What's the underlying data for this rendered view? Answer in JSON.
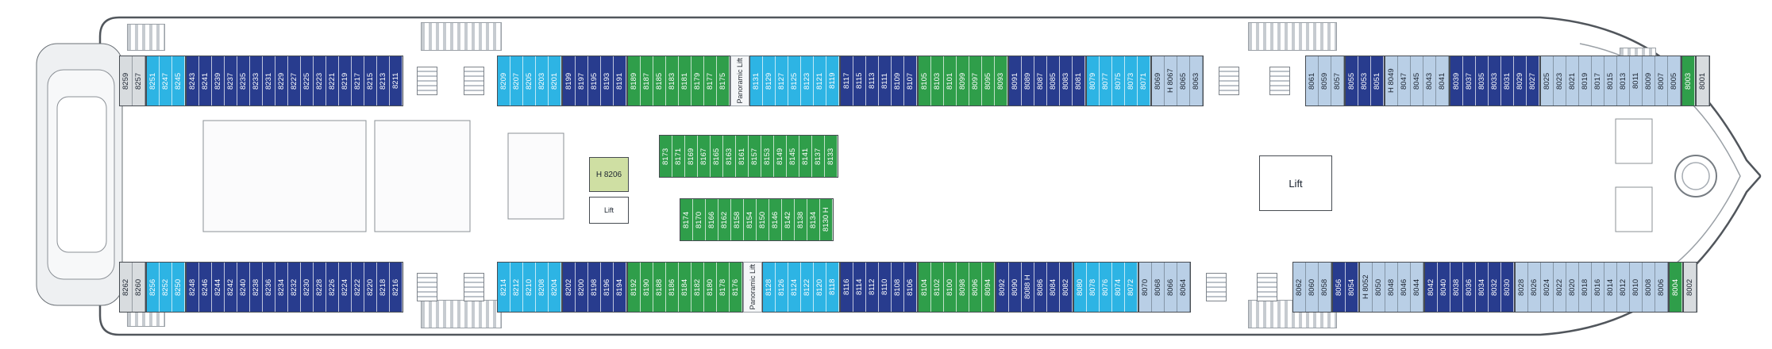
{
  "deck_plan": {
    "labels": {
      "panoramic_lift": "Panoramic Lift",
      "lift": "Lift",
      "suite_h8206": "H 8206"
    },
    "colors": {
      "navy": "#283c8e",
      "cyan": "#2db4e4",
      "green": "#2f9e4a",
      "light_green": "#cfdfa3",
      "light_steel": "#b9cfe6",
      "gray": "#d8dcdf"
    },
    "top_row": {
      "sections": [
        {
          "type": "cabins",
          "color": "gray",
          "cabins": [
            "8259",
            "8257"
          ]
        },
        {
          "type": "cabins",
          "color": "cyan",
          "cabins": [
            "8251",
            "8247",
            "8245"
          ]
        },
        {
          "type": "cabins",
          "color": "navy",
          "cabins": [
            "8243",
            "8241",
            "8239",
            "8237",
            "8235",
            "8233",
            "8231",
            "8229",
            "8227",
            "8225",
            "8223",
            "8221",
            "8219",
            "8217",
            "8215",
            "8213",
            "8211"
          ]
        },
        {
          "type": "gap",
          "name": "stairs"
        },
        {
          "type": "cabins",
          "color": "cyan",
          "cabins": [
            "8209",
            "8207",
            "8205",
            "8203",
            "8201"
          ]
        },
        {
          "type": "cabins",
          "color": "navy",
          "cabins": [
            "8199",
            "8197",
            "8195",
            "8193",
            "8191"
          ]
        },
        {
          "type": "cabins",
          "color": "green",
          "cabins": [
            "8189",
            "8187",
            "8185",
            "8183",
            "8181",
            "8179",
            "8177",
            "8175"
          ]
        },
        {
          "type": "panolift"
        },
        {
          "type": "cabins",
          "color": "cyan",
          "cabins": [
            "8131",
            "8129",
            "8127",
            "8125",
            "8123",
            "8121",
            "8119"
          ]
        },
        {
          "type": "cabins",
          "color": "navy",
          "cabins": [
            "8117",
            "8115",
            "8113",
            "8111",
            "8109",
            "8107"
          ]
        },
        {
          "type": "cabins",
          "color": "green",
          "cabins": [
            "8105",
            "8103",
            "8101",
            "8099",
            "8097",
            "8095",
            "8093"
          ]
        },
        {
          "type": "cabins",
          "color": "navy",
          "cabins": [
            "8091",
            "8089",
            "8087",
            "8085",
            "8083",
            "8081"
          ]
        },
        {
          "type": "cabins",
          "color": "cyan",
          "cabins": [
            "8079",
            "8077",
            "8075",
            "8073",
            "8071"
          ]
        },
        {
          "type": "cabins",
          "color": "light_steel",
          "cabins": [
            "8069",
            "H 8067",
            "8065",
            "8063"
          ]
        },
        {
          "type": "gap",
          "name": "lift"
        },
        {
          "type": "cabins",
          "color": "light_steel",
          "cabins": [
            "8061",
            "8059",
            "8057"
          ]
        },
        {
          "type": "cabins",
          "color": "navy",
          "cabins": [
            "8055",
            "8053",
            "8051"
          ]
        },
        {
          "type": "cabins",
          "color": "light_steel",
          "cabins": [
            "H 8049",
            "8047",
            "8045",
            "8043",
            "8041"
          ]
        },
        {
          "type": "cabins",
          "color": "navy",
          "cabins": [
            "8039",
            "8037",
            "8035",
            "8033",
            "8031",
            "8029",
            "8027"
          ]
        },
        {
          "type": "cabins",
          "color": "light_steel",
          "cabins": [
            "8025",
            "8023",
            "8021",
            "8019",
            "8017",
            "8015",
            "8013",
            "8011",
            "8009",
            "8007",
            "8005"
          ]
        },
        {
          "type": "cabins",
          "color": "green",
          "cabins": [
            "8003"
          ]
        },
        {
          "type": "cabins",
          "color": "gray",
          "cabins": [
            "8001"
          ]
        }
      ]
    },
    "bottom_row": {
      "sections": [
        {
          "type": "cabins",
          "color": "gray",
          "cabins": [
            "8262",
            "8260"
          ]
        },
        {
          "type": "cabins",
          "color": "cyan",
          "cabins": [
            "8256",
            "8252",
            "8250"
          ]
        },
        {
          "type": "cabins",
          "color": "navy",
          "cabins": [
            "8248",
            "8246",
            "8244",
            "8242",
            "8240",
            "8238",
            "8236",
            "8234",
            "8232",
            "8230",
            "8228",
            "8226",
            "8224",
            "8222",
            "8220",
            "8218",
            "8216"
          ]
        },
        {
          "type": "gap",
          "name": "stairs"
        },
        {
          "type": "cabins",
          "color": "cyan",
          "cabins": [
            "8214",
            "8212",
            "8210",
            "8208",
            "8204"
          ]
        },
        {
          "type": "cabins",
          "color": "navy",
          "cabins": [
            "8202",
            "8200",
            "8198",
            "8196",
            "8194"
          ]
        },
        {
          "type": "cabins",
          "color": "green",
          "cabins": [
            "8192",
            "8190",
            "8188",
            "8186",
            "8184",
            "8182",
            "8180",
            "8178",
            "8176"
          ]
        },
        {
          "type": "panolift"
        },
        {
          "type": "cabins",
          "color": "cyan",
          "cabins": [
            "8128",
            "8126",
            "8124",
            "8122",
            "8120",
            "8118"
          ]
        },
        {
          "type": "cabins",
          "color": "navy",
          "cabins": [
            "8116",
            "8114",
            "8112",
            "8110",
            "8108",
            "8106"
          ]
        },
        {
          "type": "cabins",
          "color": "green",
          "cabins": [
            "8104",
            "8102",
            "8100",
            "8098",
            "8096",
            "8094"
          ]
        },
        {
          "type": "cabins",
          "color": "navy",
          "cabins": [
            "8092",
            "8090",
            "8088 H",
            "8086",
            "8084",
            "8082"
          ]
        },
        {
          "type": "cabins",
          "color": "cyan",
          "cabins": [
            "8080",
            "8078",
            "8076",
            "8074",
            "8072"
          ]
        },
        {
          "type": "cabins",
          "color": "light_steel",
          "cabins": [
            "8070",
            "8068",
            "8066",
            "8064"
          ]
        },
        {
          "type": "gap",
          "name": "lift"
        },
        {
          "type": "cabins",
          "color": "light_steel",
          "cabins": [
            "8062",
            "8060",
            "8058"
          ]
        },
        {
          "type": "cabins",
          "color": "navy",
          "cabins": [
            "8056",
            "8054"
          ]
        },
        {
          "type": "cabins",
          "color": "light_steel",
          "cabins": [
            "H 8052",
            "8050",
            "8048",
            "8046",
            "8044"
          ]
        },
        {
          "type": "cabins",
          "color": "navy",
          "cabins": [
            "8042",
            "8040",
            "8038",
            "8036",
            "8034",
            "8032",
            "8030"
          ]
        },
        {
          "type": "cabins",
          "color": "light_steel",
          "cabins": [
            "8028",
            "8026",
            "8024",
            "8022",
            "8020",
            "8018",
            "8016",
            "8014",
            "8012",
            "8010",
            "8008",
            "8006"
          ]
        },
        {
          "type": "cabins",
          "color": "green",
          "cabins": [
            "8004"
          ]
        },
        {
          "type": "cabins",
          "color": "gray",
          "cabins": [
            "8002"
          ]
        }
      ]
    },
    "center_upper_row": {
      "sections": [
        {
          "type": "cabins",
          "color": "green",
          "cabins": [
            "8173",
            "8171",
            "8169",
            "8167",
            "8165",
            "8163",
            "8161",
            "8157",
            "8153",
            "8149",
            "8145",
            "8141",
            "8137",
            "8133"
          ]
        }
      ]
    },
    "center_lower_row": {
      "sections": [
        {
          "type": "cabins",
          "color": "green",
          "cabins": [
            "8174",
            "8170",
            "8166",
            "8162",
            "8158",
            "8154",
            "8150",
            "8146",
            "8142",
            "8138",
            "8134",
            "8130 H"
          ]
        }
      ]
    }
  }
}
